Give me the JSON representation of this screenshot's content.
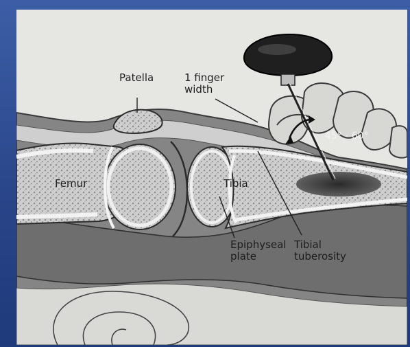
{
  "labels": {
    "patella": "Patella",
    "finger_width_line1": "1 finger",
    "finger_width_line2": "width",
    "angle": "45° - 60°",
    "femur": "Femur",
    "tibia": "Tibia",
    "epiphyseal_line1": "Epiphyseal",
    "epiphyseal_line2": "plate",
    "tuberosity_line1": "Tibial",
    "tuberosity_line2": "tuberosity"
  },
  "colors": {
    "frame": "#2c4a8c",
    "panel": "#e6e6e2",
    "soft_tissue": "#7a7a7a",
    "muscle": "#6f6f6f",
    "bone": "#dcdcdc",
    "marrow": "#b4b4b4"
  }
}
